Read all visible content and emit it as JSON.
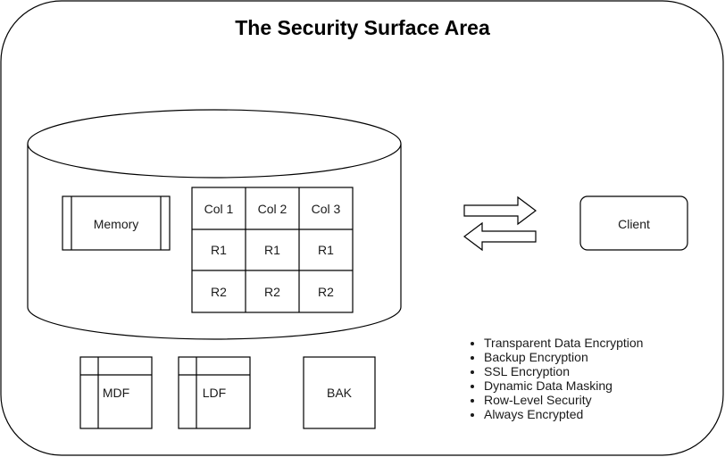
{
  "title": "The Security Surface Area",
  "memory_label": "Memory",
  "table": {
    "headers": [
      "Col 1",
      "Col 2",
      "Col 3"
    ],
    "rows": [
      [
        "R1",
        "R1",
        "R1"
      ],
      [
        "R2",
        "R2",
        "R2"
      ]
    ]
  },
  "client_label": "Client",
  "files": {
    "mdf": "MDF",
    "ldf": "LDF",
    "bak": "BAK"
  },
  "features": [
    "Transparent Data Encryption",
    "Backup Encryption",
    "SSL Encryption",
    "Dynamic Data Masking",
    "Row-Level Security",
    "Always Encrypted"
  ]
}
